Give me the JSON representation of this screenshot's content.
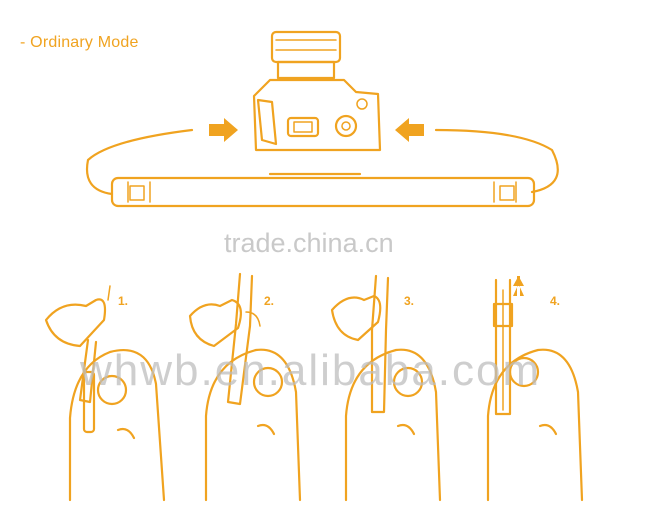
{
  "heading": "- Ordinary  Mode",
  "watermarks": {
    "top": "trade.china.cn",
    "middle": "whwb.en.alibaba.com"
  },
  "steps": [
    {
      "label": "1."
    },
    {
      "label": "2."
    },
    {
      "label": "3."
    },
    {
      "label": "4."
    }
  ],
  "colors": {
    "line_art": "#f0a320",
    "watermark": "#c9c9c9",
    "background": "#ffffff"
  },
  "icons": [
    "camera-icon",
    "arrow-right-icon",
    "arrow-left-icon",
    "strap-icon",
    "hand-icon",
    "arrow-up-icon"
  ]
}
